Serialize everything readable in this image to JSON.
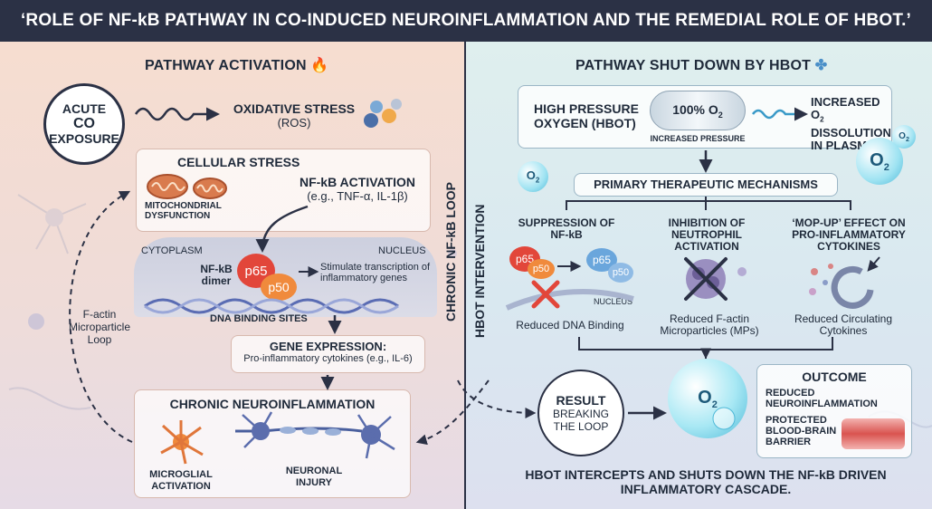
{
  "title": "‘ROLE OF NF-kB PATHWAY IN CO-INDUCED NEUROINFLAMMATION AND THE REMEDIAL ROLE OF HBOT.’",
  "left": {
    "header": "PATHWAY ACTIVATION",
    "acute": [
      "ACUTE",
      "CO",
      "EXPOSURE"
    ],
    "oxidative": "OXIDATIVE STRESS",
    "ros": "(ROS)",
    "cellular_stress": "CELLULAR STRESS",
    "mito": "MITOCHONDRIAL DYSFUNCTION",
    "nfkb_activation": "NF-kB ACTIVATION",
    "nfkb_examples": "(e.g., TNF-α, IL-1β)",
    "cytoplasm": "CYTOPLASM",
    "nucleus": "NUCLEUS",
    "dimer": "NF-kB dimer",
    "p65": "p65",
    "p50": "p50",
    "stimulate": "Stimulate transcription of inflammatory genes",
    "dna_sites": "DNA BINDING SITES",
    "gene_expression": "GENE EXPRESSION:",
    "gene_detail": "Pro-inflammatory cytokines (e.g., IL-6)",
    "chronic": "CHRONIC NEUROINFLAMMATION",
    "microglial": "MICROGLIAL ACTIVATION",
    "neuronal": "NEURONAL INJURY",
    "factin_loop": [
      "F-actin",
      "Microparticle",
      "Loop"
    ],
    "vertical": "CHRONIC NF-kB LOOP"
  },
  "right": {
    "header": "PATHWAY SHUT DOWN BY HBOT",
    "hbot": "HIGH PRESSURE OXYGEN (HBOT)",
    "o2_percent": "100% O",
    "increased_pressure": "INCREASED PRESSURE",
    "increased_o2_line1": "INCREASED",
    "increased_o2_line2": "O",
    "increased_o2_line2b": "DISSOLUTION",
    "increased_o2_line3": "IN PLASMA",
    "o2_symbol": "O",
    "o2_sub": "2",
    "primary": "PRIMARY THERAPEUTIC MECHANISMS",
    "vertical": "HBOT INTERVENTION",
    "suppression": "SUPPRESSION OF NF-kB",
    "inhibition": "INHIBITION OF NEUTROPHIL ACTIVATION",
    "mopup": "‘MOP-UP’ EFFECT ON PRO-INFLAMMATORY CYTOKINES",
    "nucleus": "NUCLEUS",
    "reduced_dna": "Reduced DNA Binding",
    "reduced_factin": "Reduced F-actin Microparticles (MPs)",
    "reduced_cytokines": "Reduced Circulating Cytokines",
    "result": "RESULT",
    "breaking": "BREAKING THE LOOP",
    "outcome": "OUTCOME",
    "reduced_neuro": "REDUCED NEUROINFLAMMATION",
    "protected": "PROTECTED BLOOD-BRAIN BARRIER",
    "footer": "HBOT INTERCEPTS AND SHUTS DOWN THE NF-kB DRIVEN INFLAMMATORY CASCADE."
  },
  "colors": {
    "navy": "#2b3145",
    "red": "#e2463a",
    "orange": "#f08a3c",
    "blue": "#4a8fc8",
    "cyan": "#6fd3e8"
  }
}
